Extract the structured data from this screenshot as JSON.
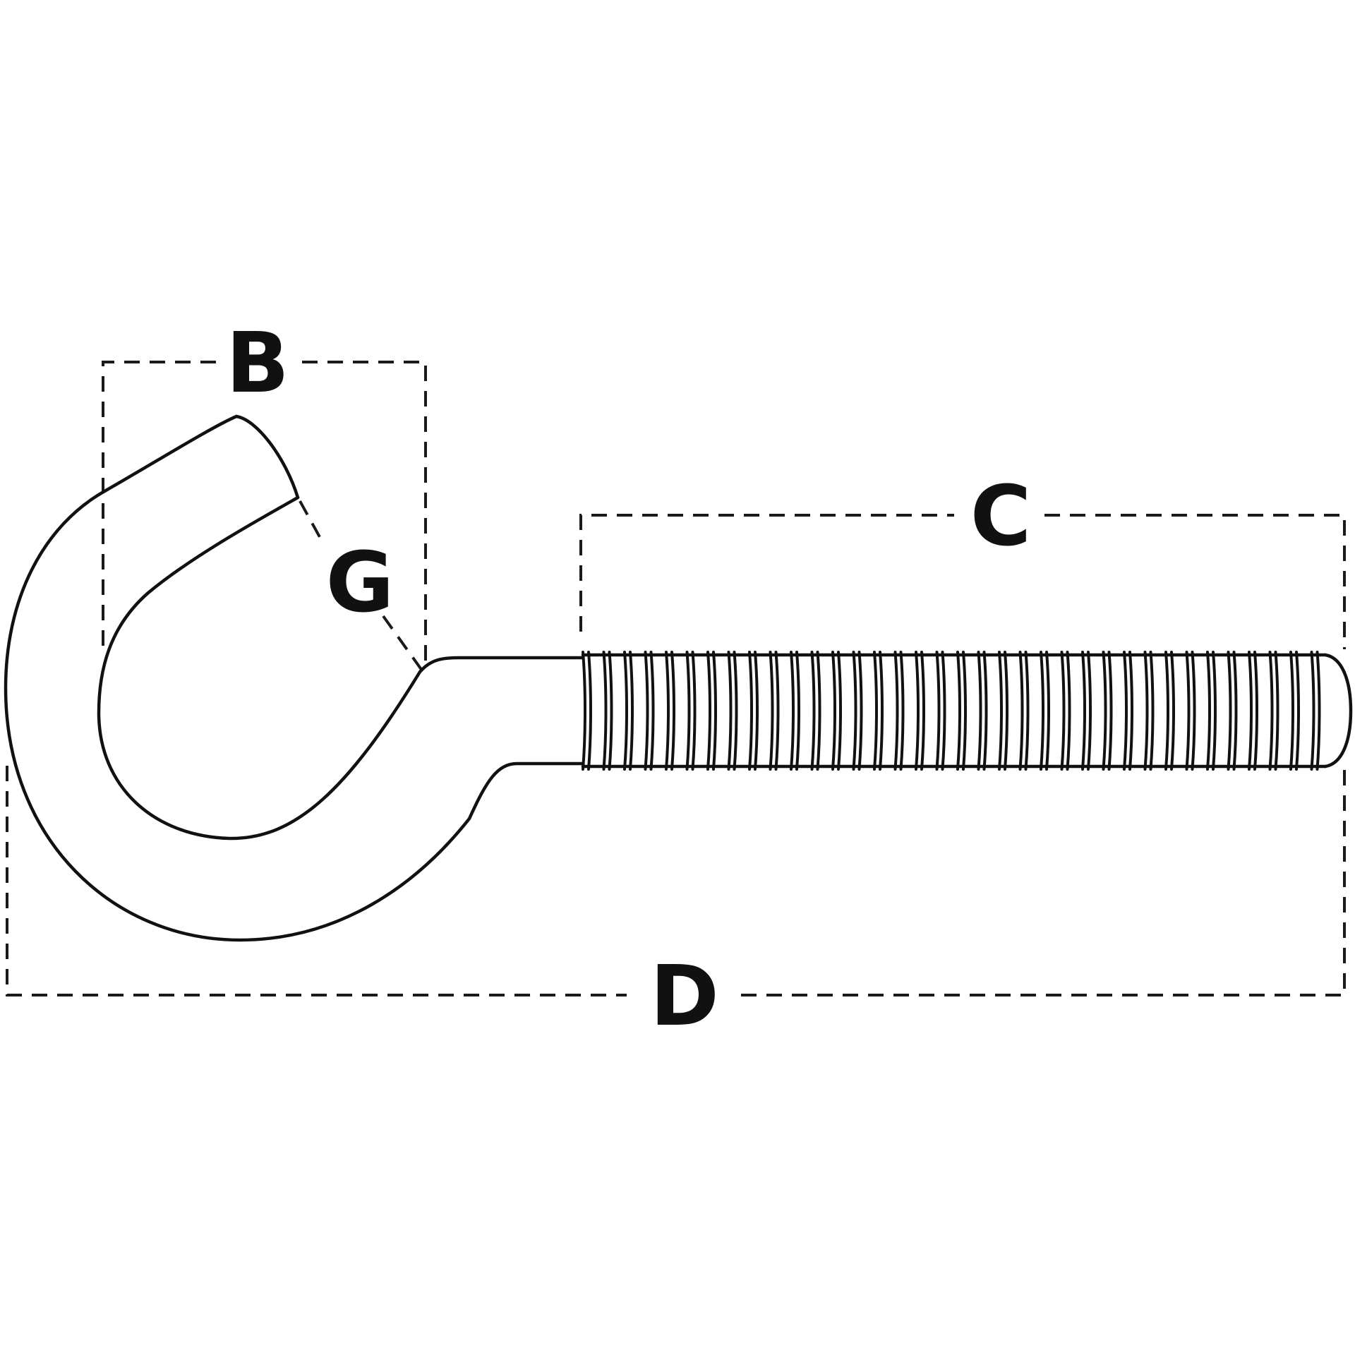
{
  "diagram": {
    "labels": {
      "hook_width": "B",
      "gap_opening": "G",
      "thread_length": "C",
      "overall_length": "D"
    },
    "colors": {
      "line": "#111111",
      "background": "#ffffff"
    }
  }
}
